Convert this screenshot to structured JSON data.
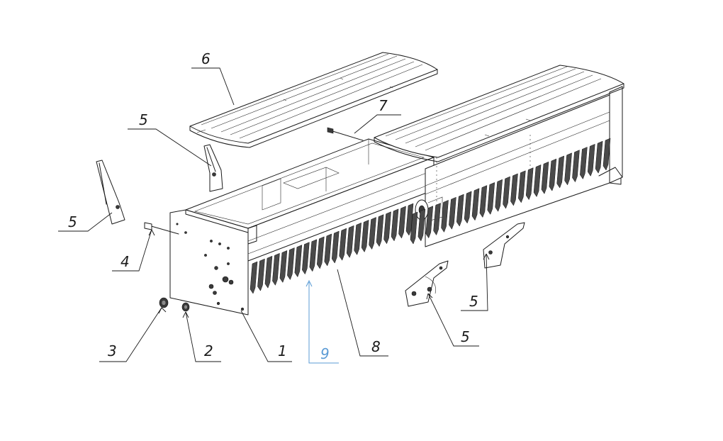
{
  "callouts": [
    {
      "label": "1"
    },
    {
      "label": "2"
    },
    {
      "label": "3"
    },
    {
      "label": "4"
    },
    {
      "label": "5"
    },
    {
      "label": "5"
    },
    {
      "label": "5"
    },
    {
      "label": "5"
    },
    {
      "label": "6"
    },
    {
      "label": "7"
    },
    {
      "label": "8"
    },
    {
      "label": "9"
    }
  ],
  "colors": {
    "linework": "#1a1a1a",
    "highlight_callout": "#5b9bd5",
    "background": "#ffffff"
  }
}
